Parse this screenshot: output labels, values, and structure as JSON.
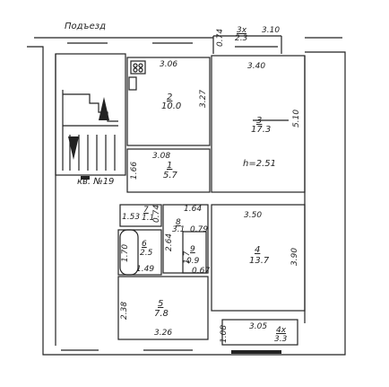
{
  "header": {
    "entrance_label": "Подъезд"
  },
  "apartment": {
    "number_label": "кв. №19",
    "ceiling_height": "h=2.51"
  },
  "rooms": [
    {
      "id": "2",
      "area": "10.0",
      "width": "3.06",
      "depth": "3.27"
    },
    {
      "id": "3",
      "area": "17.3",
      "width": "3.40",
      "depth": "5.10"
    },
    {
      "id": "1",
      "area": "5.7",
      "width": "3.08",
      "depth": "1.66"
    },
    {
      "id": "4",
      "area": "13.7",
      "width": "3.50",
      "depth": "3.90"
    },
    {
      "id": "5",
      "area": "7.8",
      "width": "3.26",
      "depth": "2.38"
    },
    {
      "id": "6",
      "area": "2.5",
      "width": "1.49",
      "depth": "1.70"
    },
    {
      "id": "7",
      "area": "1.1",
      "width": "1.53"
    },
    {
      "id": "8",
      "area": "3.1",
      "width": "0.79",
      "depth": "2.64"
    },
    {
      "id": "9",
      "area": "0.9",
      "width": "0.67"
    }
  ],
  "balconies": [
    {
      "id": "3х",
      "area": "2.3",
      "width": "3.10",
      "depth": "0.74"
    },
    {
      "id": "4х",
      "area": "3.3",
      "width": "3.05",
      "depth": "1.08"
    }
  ],
  "dims": {
    "corridor_width": "1.64",
    "wc_depth": "0.74",
    "storage_gap": "1.7"
  },
  "colors": {
    "line": "#222222",
    "background": "#ffffff"
  }
}
